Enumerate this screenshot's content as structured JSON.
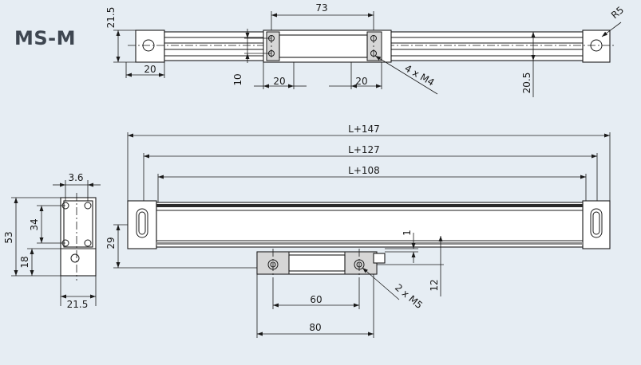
{
  "model": "MS-M",
  "top_view": {
    "dims": {
      "height_left": "21.5",
      "carriage_span": "73",
      "end_block": "20",
      "hole_offset": "10",
      "carriage_hole_left": "20",
      "carriage_hole_right": "20",
      "screws": "4 x M4",
      "radius": "R5",
      "height_right": "20.5"
    }
  },
  "end_view": {
    "dims": {
      "hole_width": "3.6",
      "overall_height": "53",
      "hole_height": "34",
      "slot_height": "18",
      "width": "21.5"
    }
  },
  "front_view": {
    "dims": {
      "overall_length": "L+147",
      "mount_length": "L+127",
      "measuring_length": "L+108",
      "mount_height": "29",
      "gap": "1",
      "carriage_drop": "12",
      "carriage_holes": "60",
      "carriage_width": "80",
      "screws": "2 x M5"
    }
  }
}
